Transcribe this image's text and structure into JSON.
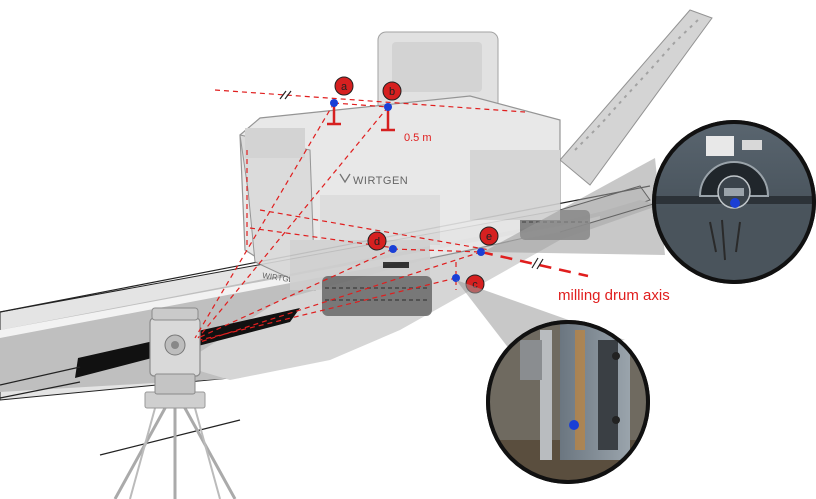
{
  "figure": {
    "points": [
      {
        "id": "a",
        "label": "a"
      },
      {
        "id": "b",
        "label": "b"
      },
      {
        "id": "c",
        "label": "c"
      },
      {
        "id": "d",
        "label": "d"
      },
      {
        "id": "e",
        "label": "e"
      }
    ],
    "distance_label": "0.5 m",
    "axis_label": "milling drum axis",
    "brand_text": "WIRTGEN",
    "brand_text_small": "WIRTGEN",
    "colors": {
      "accent": "#e01e1e",
      "marker_fill": "#d62020",
      "point": "#1a3fd6",
      "road_surface": "#e2e2e2",
      "milled_lane": "#c8c8c8",
      "machine": "#dcdcdc",
      "machine_dark": "#8a8a8a",
      "stripe": "#111111"
    },
    "icons": [
      "total-station-icon",
      "tripod-icon",
      "milling-machine-icon",
      "conveyor-icon"
    ]
  }
}
